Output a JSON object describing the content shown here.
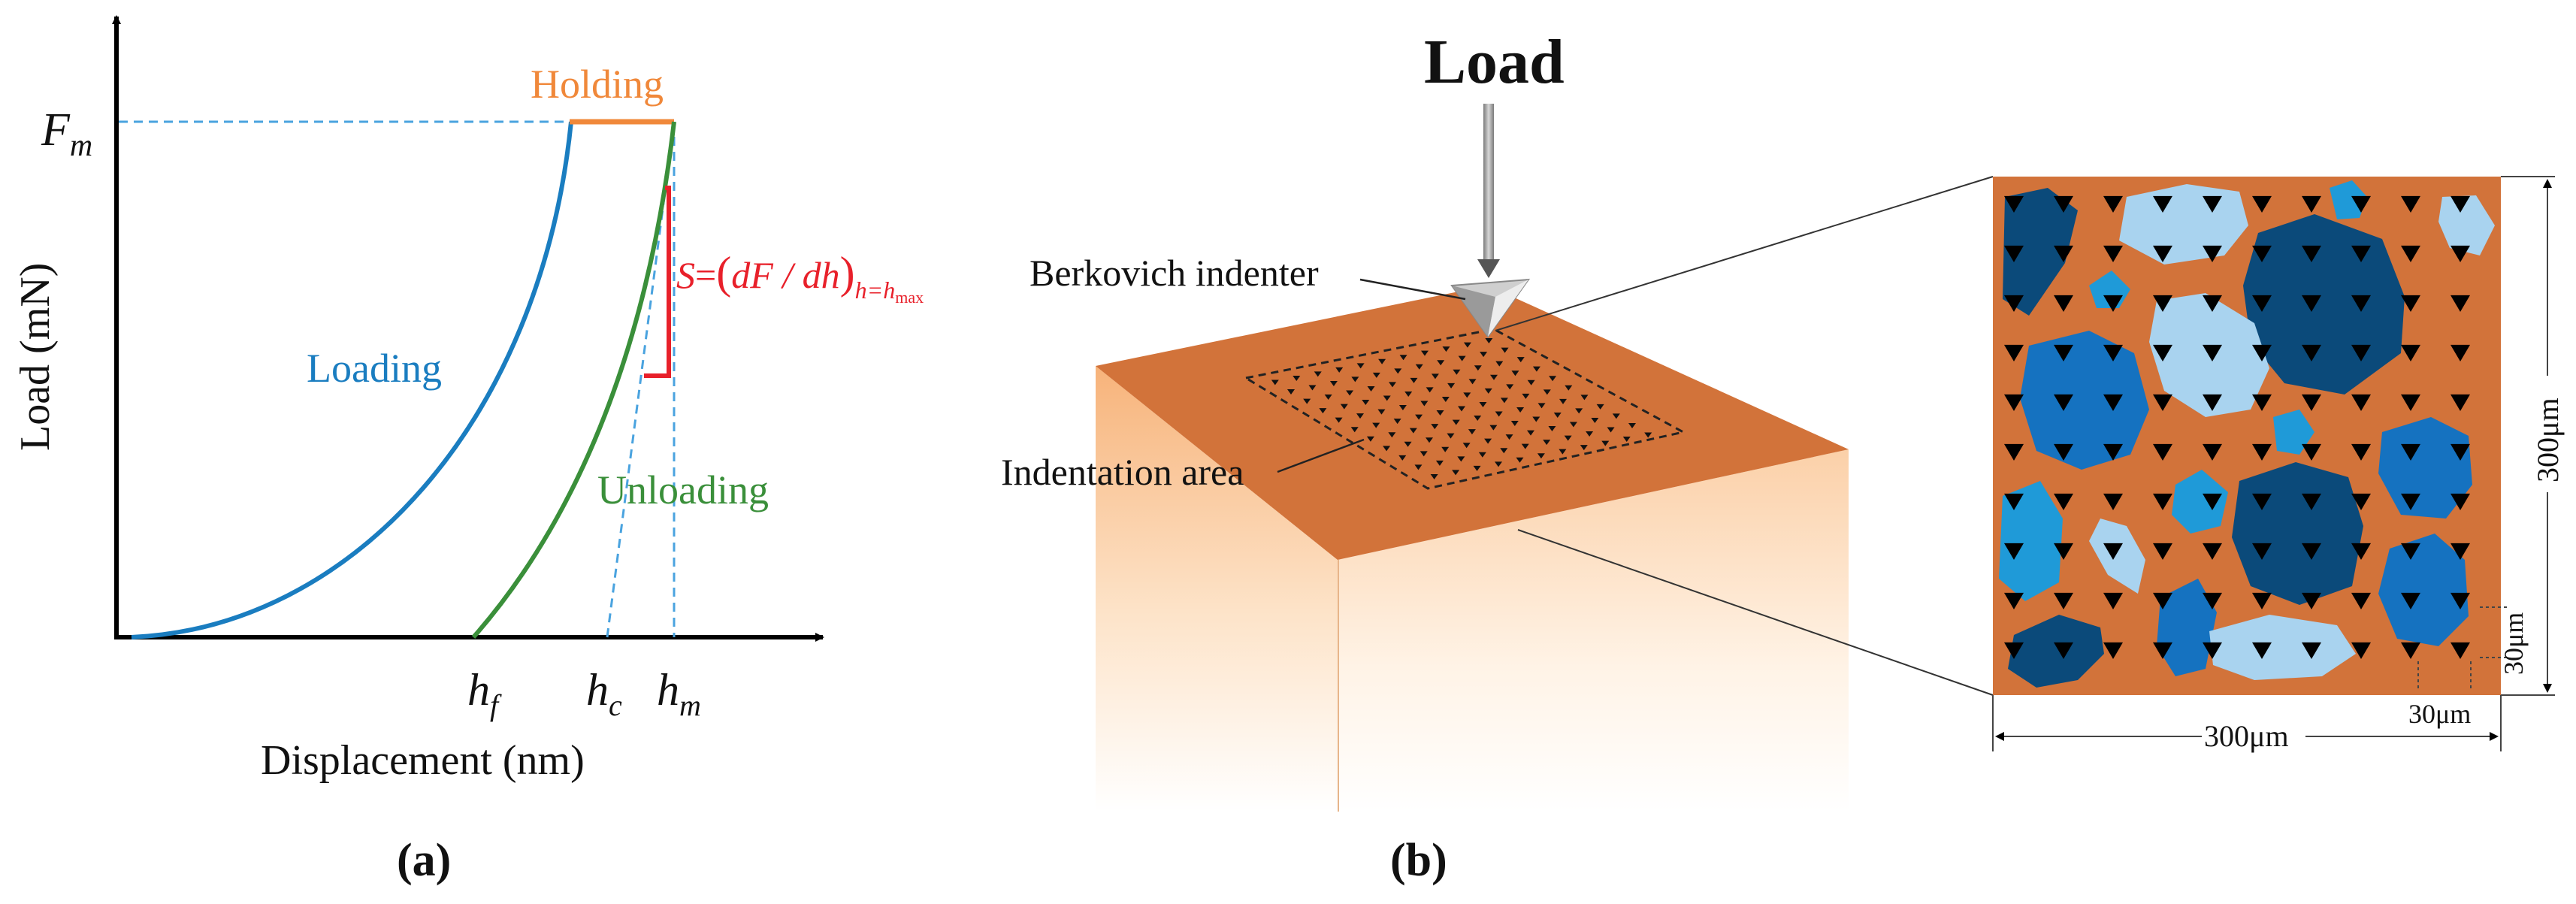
{
  "panel_a": {
    "caption": "(a)",
    "y_axis_label": "Load (mN)",
    "x_axis_label": "Displacement (nm)",
    "fm_label": {
      "main": "F",
      "sub": "m"
    },
    "hf_label": {
      "main": "h",
      "sub": "f"
    },
    "hc_label": {
      "main": "h",
      "sub": "c"
    },
    "hm_label": {
      "main": "h",
      "sub": "m"
    },
    "holding_label": "Holding",
    "loading_label": "Loading",
    "unloading_label": "Unloading",
    "stiffness_formula": {
      "lhs": "S",
      "eq": "=",
      "open": "(",
      "body": "dF / dh",
      "close": ")",
      "sub": "h=h",
      "subsub": "max"
    },
    "colors": {
      "loading": "#1a7dc0",
      "unloading": "#3a8f3a",
      "holding": "#f0883a",
      "formula": "#e8202a",
      "guide": "#4aa3df"
    }
  },
  "panel_b": {
    "caption": "(b)",
    "load_label": "Load",
    "indenter_label": "Berkovich indenter",
    "area_label": "Indentation area",
    "dim_right": "300μm",
    "dim_bottom": "300μm",
    "spacing_v": "30μm",
    "spacing_h": "30μm",
    "colors": {
      "matrix": "#d2733a",
      "phase_dark": "#0b4a7a",
      "phase_mid": "#1572c0",
      "phase_bright": "#1f9ad8",
      "phase_light": "#a9d3ef"
    }
  }
}
